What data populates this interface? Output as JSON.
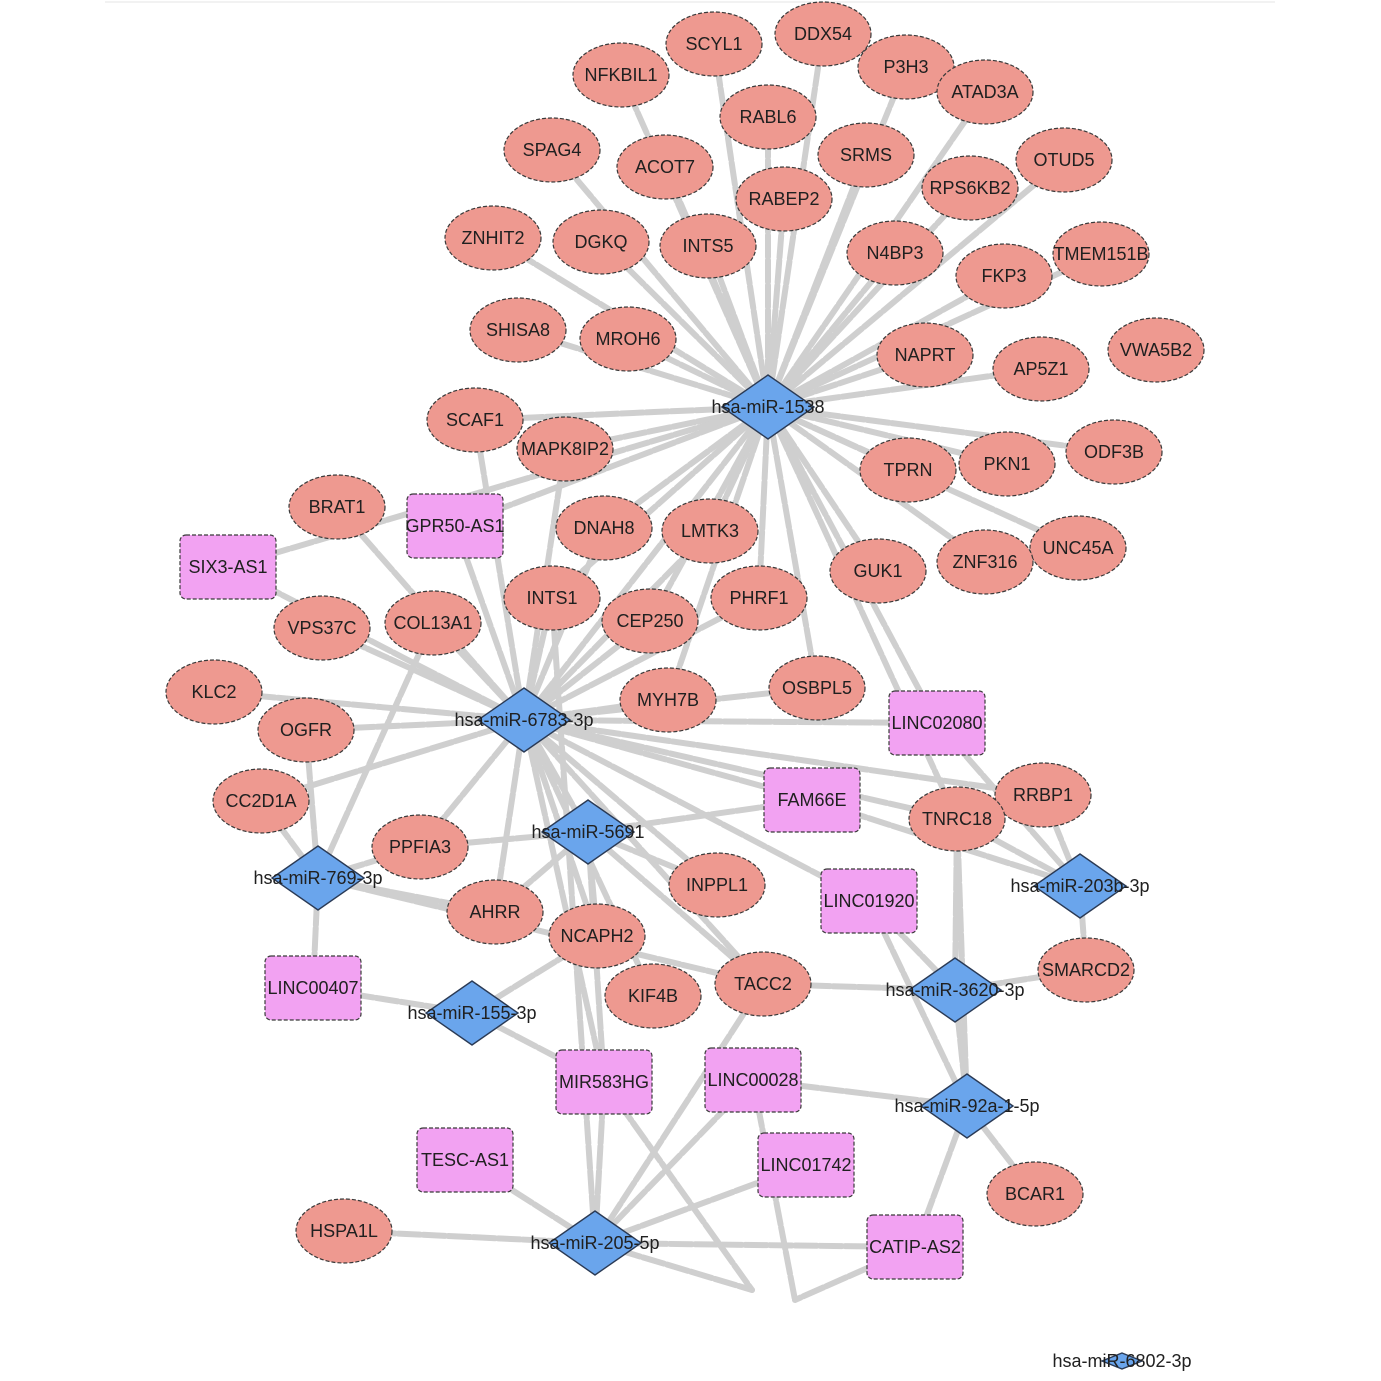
{
  "network": {
    "mirnas": [
      "hsa-miR-1538",
      "hsa-miR-6783-3p",
      "hsa-miR-5691",
      "hsa-miR-769-3p",
      "hsa-miR-203b-3p",
      "hsa-miR-3620-3p",
      "hsa-miR-155-3p",
      "hsa-miR-92a-1-5p",
      "hsa-miR-205-5p",
      "hsa-miR-6802-3p"
    ],
    "lncrnas": [
      "SIX3-AS1",
      "GPR50-AS1",
      "LINC02080",
      "FAM66E",
      "LINC01920",
      "LINC00407",
      "MIR583HG",
      "LINC00028",
      "TESC-AS1",
      "LINC01742",
      "CATIP-AS2"
    ],
    "genes": [
      "SCYL1",
      "DDX54",
      "NFKBIL1",
      "P3H3",
      "ATAD3A",
      "RABL6",
      "SPAG4",
      "ACOT7",
      "SRMS",
      "OTUD5",
      "RPS6KB2",
      "RABEP2",
      "ZNHIT2",
      "DGKQ",
      "INTS5",
      "N4BP3",
      "TMEM151B",
      "FKP3",
      "SHISA8",
      "MROH6",
      "NAPRT",
      "AP5Z1",
      "VWA5B2",
      "SCAF1",
      "MAPK8IP2",
      "ODF3B",
      "TPRN",
      "PKN1",
      "BRAT1",
      "DNAH8",
      "LMTK3",
      "UNC45A",
      "ZNF316",
      "GUK1",
      "INTS1",
      "PHRF1",
      "VPS37C",
      "COL13A1",
      "CEP250",
      "KLC2",
      "OSBPL5",
      "MYH7B",
      "OGFR",
      "RRBP1",
      "CC2D1A",
      "TNRC18",
      "PPFIA3",
      "INPPL1",
      "AHRR",
      "NCAPH2",
      "SMARCD2",
      "KIF4B",
      "TACC2",
      "BCAR1",
      "HSPA1L"
    ]
  }
}
